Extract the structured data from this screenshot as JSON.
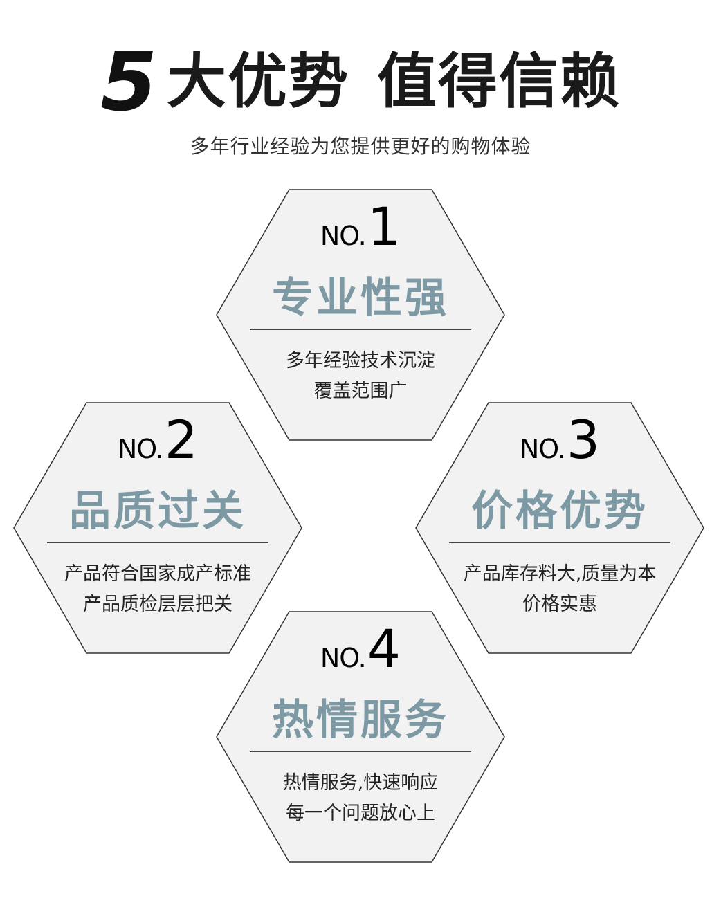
{
  "header": {
    "number": "5",
    "title_part1": "大优势",
    "title_part2": "值得信赖",
    "subtitle": "多年行业经验为您提供更好的购物体验"
  },
  "colors": {
    "accent": "#7c99a4",
    "hex_fill": "#f2f2f2",
    "hex_stroke": "#333333"
  },
  "cards": [
    {
      "prefix": "NO.",
      "number": "1",
      "title": "专业性强",
      "line1": "多年经验技术沉淀",
      "line2": "覆盖范围广"
    },
    {
      "prefix": "NO.",
      "number": "2",
      "title": "品质过关",
      "line1": "产品符合国家成产标准",
      "line2": "产品质检层层把关"
    },
    {
      "prefix": "NO.",
      "number": "3",
      "title": "价格优势",
      "line1": "产品库存料大,质量为本",
      "line2": "价格实惠"
    },
    {
      "prefix": "NO.",
      "number": "4",
      "title": "热情服务",
      "line1": "热情服务,快速响应",
      "line2": "每一个问题放心上"
    }
  ]
}
